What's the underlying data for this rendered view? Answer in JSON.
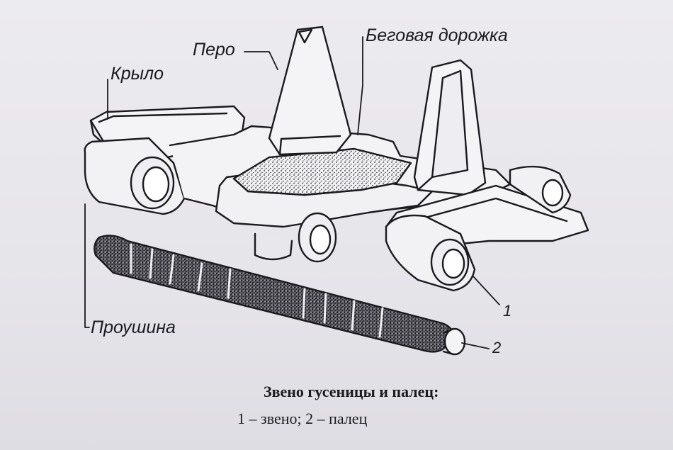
{
  "labels": {
    "pero": "Перо",
    "begovaya": "Беговая дорожка",
    "krylo": "Крыло",
    "proushina": "Проушина",
    "n1": "1",
    "n2": "2"
  },
  "caption": {
    "title": "Звено гусеницы и палец:",
    "legend": "1 – звено; 2 – палец"
  },
  "colors": {
    "ink": "#1b1b1f",
    "paper": "#e9e8ec"
  }
}
